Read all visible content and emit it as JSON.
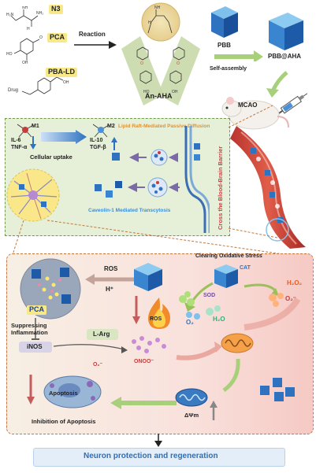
{
  "top": {
    "n3": "N3",
    "pca": "PCA",
    "pba_ld": "PBA-LD",
    "drug": "Drug",
    "reaction": "Reaction",
    "an_aha": "An-AHA",
    "pbb": "PBB",
    "self_assembly": "Self-assembly",
    "pbb_aha": "PBB@AHA",
    "mcao": "MCAO"
  },
  "bbb": {
    "m1": "M1",
    "il6": "IL-6",
    "tnf": "TNF-α",
    "m2": "M2",
    "il10": "IL-10",
    "tgf": "TGF-β",
    "lipid_raft": "Lipid Raft-Mediated Passive Diffusion",
    "cellular_uptake": "Cellular uptake",
    "caveolin": "Caveolin-1 Mediated Transcytosis",
    "cross_bbb": "Cross the Blood-Brain Barrier"
  },
  "mech": {
    "ros_top": "ROS",
    "h_plus": "H⁺",
    "clearing": "Clearing Oxidative Stress",
    "cat": "CAT",
    "sod": "SOD",
    "h2o2": "H₂O₂",
    "o2_minus": "O₂⁻",
    "o2": "O₂",
    "h2o": "H₂O",
    "pca": "PCA",
    "suppressing": "Suppressing\nInflammation",
    "inos": "iNOS",
    "l_arg": "L-Arg",
    "ros_fire": "ROS",
    "o2_minus_2": "O₂⁻",
    "onoo": "ONOO⁻",
    "apoptosis": "Apoptosis",
    "inhibition": "Inhibition of Apoptosis",
    "dpsi": "ΔΨm"
  },
  "bottom": {
    "banner": "Neuron protection and regeneration"
  }
}
